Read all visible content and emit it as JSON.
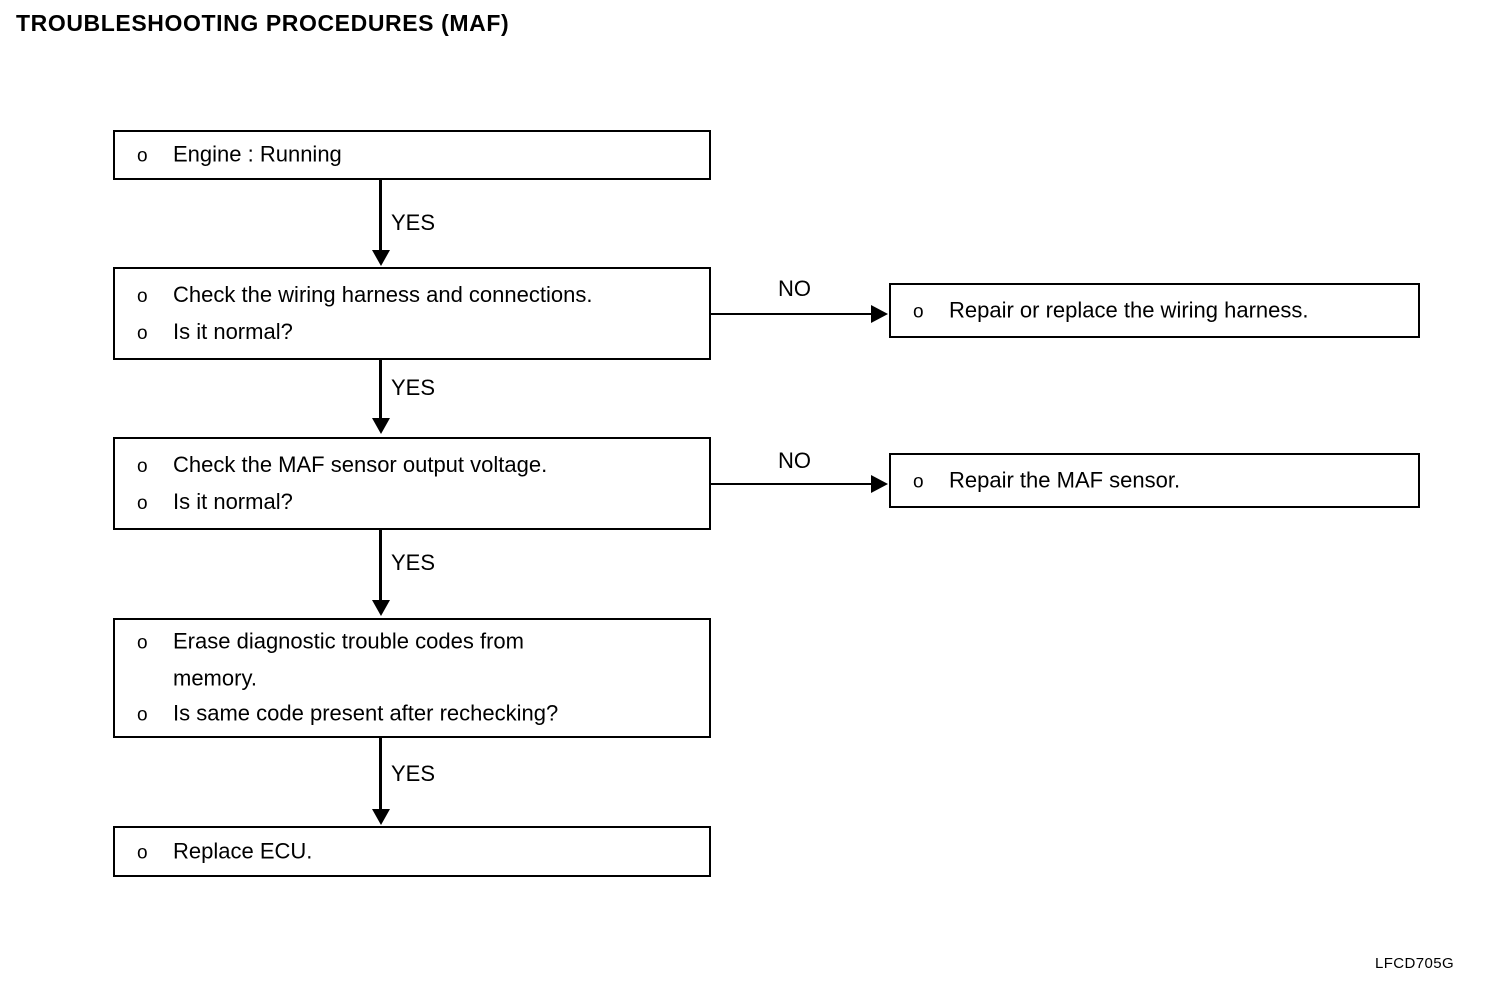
{
  "document": {
    "title": "TROUBLESHOOTING PROCEDURES (MAF)",
    "figure_code": "LFCD705G",
    "ink_color": "#000000",
    "background_color": "#ffffff"
  },
  "flow": {
    "bullet_glyph": "o",
    "boxes": [
      {
        "id": "engine-running",
        "lines": [
          "Engine : Running"
        ]
      },
      {
        "id": "check-wiring-harness",
        "lines": [
          "Check the wiring harness and connections.",
          "Is it normal?"
        ]
      },
      {
        "id": "check-maf-output-voltage",
        "lines": [
          "Check the MAF sensor output voltage.",
          "Is it normal?"
        ]
      },
      {
        "id": "erase-diagnostic-codes",
        "lines": [
          "Erase diagnostic trouble codes from",
          "Is same code present after rechecking?"
        ],
        "continuation": "memory."
      },
      {
        "id": "replace-ecu",
        "lines": [
          "Replace ECU."
        ]
      }
    ],
    "outcomes": [
      {
        "id": "repair-replace-wiring-harness",
        "lines": [
          "Repair or replace the wiring harness."
        ]
      },
      {
        "id": "repair-maf-sensor",
        "lines": [
          "Repair the MAF sensor."
        ]
      }
    ],
    "edge_labels": {
      "yes_1": "YES",
      "yes_2": "YES",
      "yes_3": "YES",
      "yes_4": "YES",
      "no_1": "NO",
      "no_2": "NO"
    }
  }
}
